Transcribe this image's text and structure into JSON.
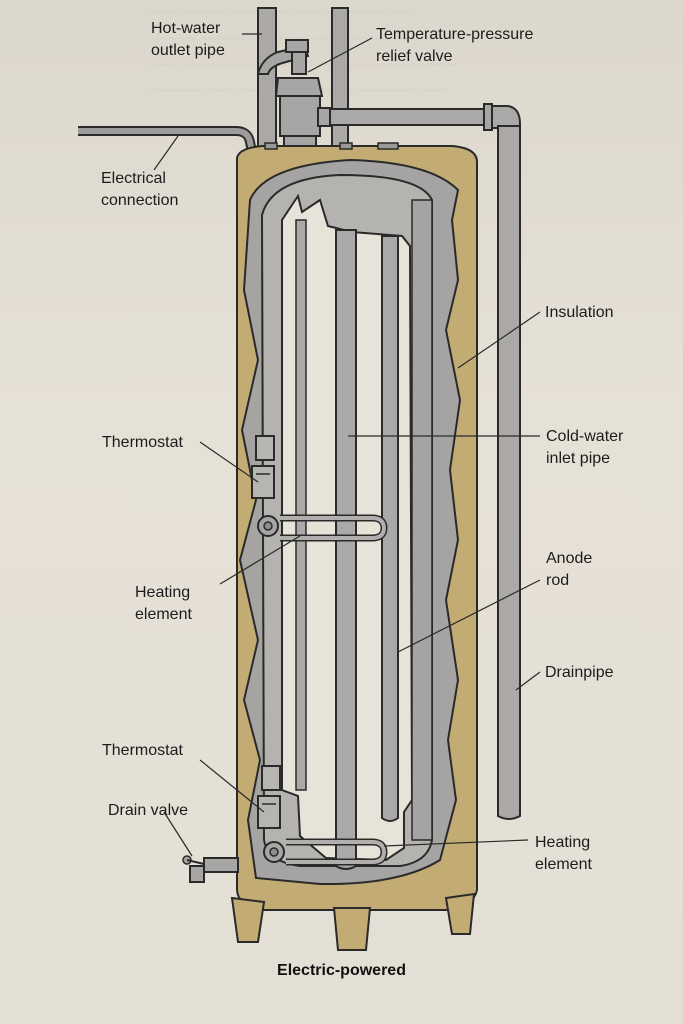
{
  "figure": {
    "caption": "Electric-powered"
  },
  "labels": {
    "hot_water_outlet": "Hot-water\noutlet pipe",
    "tp_valve": "Temperature-pressure\nrelief valve",
    "electrical_connection": "Electrical\nconnection",
    "insulation": "Insulation",
    "thermostat_upper": "Thermostat",
    "cold_water_inlet": "Cold-water\ninlet pipe",
    "heating_element_upper": "Heating\nelement",
    "anode_rod": "Anode\nrod",
    "drainpipe": "Drainpipe",
    "thermostat_lower": "Thermostat",
    "drain_valve": "Drain valve",
    "heating_element_lower": "Heating\nelement"
  },
  "colors": {
    "insulation": "#c2ac74",
    "tank_grey": "#a5a4a2",
    "pipe_grey": "#aaa9a7",
    "outline": "#2a2a2a"
  }
}
